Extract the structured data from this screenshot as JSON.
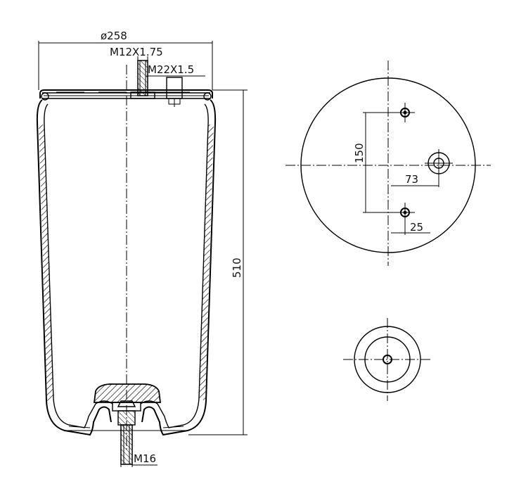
{
  "dimensions": {
    "diameter": "ø258",
    "thread_top": "M12X1.75",
    "air_inlet": "M22X1.5",
    "height": "510",
    "thread_bottom": "M16",
    "bolt_spacing": "150",
    "inlet_offset": "73",
    "bolt_offset": "25"
  },
  "colors": {
    "line": "#000000",
    "background": "#ffffff"
  }
}
